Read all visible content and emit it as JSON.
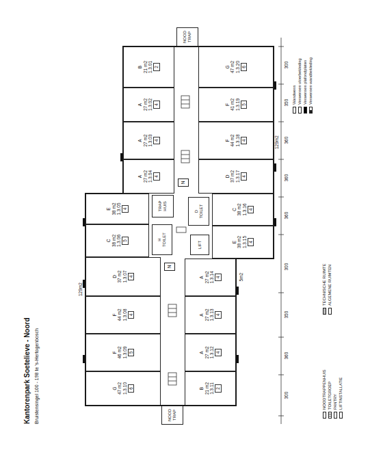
{
  "diagram": {
    "title": "Kantorenpark Soetelieve - Noord",
    "nodes": [
      {
        "text": [
          "NOOD TRAP"
        ]
      },
      {
        "text": [
          "B",
          "21 m2",
          "1.3.01",
          "2"
        ]
      },
      {
        "text": [
          "A",
          "27 m2",
          "1.3.02",
          "4"
        ]
      },
      {
        "text": [
          "A",
          "27 m2",
          "1.3.03",
          "4"
        ]
      },
      {
        "text": [
          "A",
          "27 m2",
          "1.3.04",
          "4"
        ]
      },
      {
        "text": [
          "E",
          "38 m2",
          "1.3.05",
          "4"
        ]
      },
      {
        "text": [
          "C",
          "38 m2",
          "1.3.06",
          "5"
        ]
      },
      {
        "text": [
          "D",
          "37 m2",
          "1.3.07",
          "4"
        ]
      },
      {
        "text": [
          "F",
          "44 m2",
          "1.3.08",
          "4"
        ]
      },
      {
        "text": [
          "F",
          "46 m2",
          "1.3.09",
          "5"
        ]
      },
      {
        "text": [
          "G",
          "47 m2",
          "1.3.10",
          "6"
        ]
      },
      {
        "text": [
          "B",
          "21 m2",
          "1.3.11",
          "2"
        ]
      },
      {
        "text": [
          "A",
          "27 m2",
          "1.3.12",
          "4"
        ]
      },
      {
        "text": [
          "A",
          "27 m2",
          "1.3.13",
          "4"
        ]
      },
      {
        "text": [
          "A",
          "27 m2",
          "1.3.14",
          "4"
        ]
      },
      {
        "text": [
          "E",
          "38 m2",
          "1.3.15",
          "4"
        ]
      },
      {
        "text": [
          "C",
          "38 m2",
          "1.3.16",
          "4"
        ]
      },
      {
        "text": [
          "D",
          "37 m2",
          "1.3.17",
          "4"
        ]
      },
      {
        "text": [
          "F",
          "44 m2",
          "1.3.18",
          "4"
        ]
      },
      {
        "text": [
          "F",
          "41 m2",
          "1.3.19",
          "5"
        ]
      },
      {
        "text": [
          "G",
          "47 m2",
          "1.3.20",
          "6"
        ]
      },
      {
        "text": [
          "TRAP HUIS"
        ]
      },
      {
        "text": [
          "H",
          "TOILET"
        ]
      },
      {
        "text": [
          "D",
          "TOILET"
        ]
      },
      {
        "text": [
          "LIFT"
        ]
      },
      {
        "text": [
          "N"
        ]
      },
      {
        "text": [
          "N"
        ]
      },
      {
        "text": [
          "NOOD TRAP"
        ]
      }
    ],
    "labels": [
      "Bruistensingel 100 - 198 te 's-Hertogenbosch",
      "300",
      "350",
      "360",
      "360",
      "360",
      "300",
      "350",
      "360",
      "300",
      "129m2",
      "129m2",
      "5m2"
    ],
    "legend": [
      {
        "text": "Wandwens"
      },
      {
        "text": "Verwensen vloerbekleding"
      },
      {
        "text": "Verwensen plafondplaten",
        "color": "#000000"
      },
      {
        "text": "Verwensen wandbekleding"
      },
      {
        "text": "NOODTRAPPENHUIS"
      },
      {
        "text": "TOILETGROEP"
      },
      {
        "text": "PANTRY"
      },
      {
        "text": "LIFTINSTALLATIE"
      },
      {
        "text": "TECHNISCHE RUIMTE"
      },
      {
        "text": "ALGEMENE RUIMTEN"
      }
    ]
  }
}
